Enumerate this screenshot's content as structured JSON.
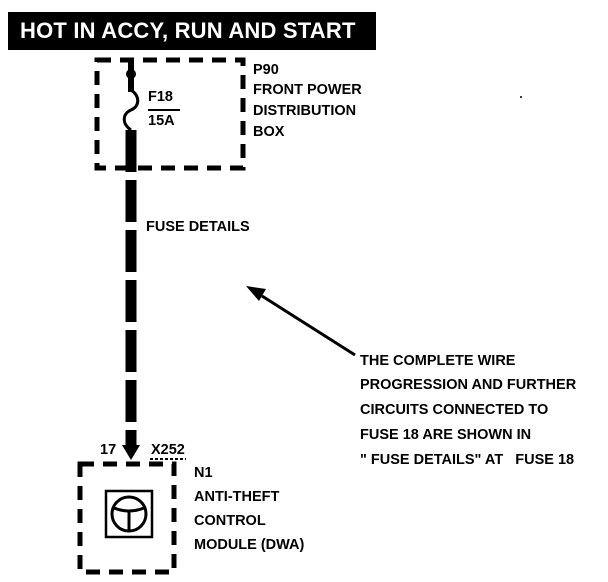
{
  "header": {
    "title": "HOT IN ACCY, RUN AND START"
  },
  "power_box": {
    "id": "P90",
    "name_lines": [
      "FRONT POWER",
      "DISTRIBUTION",
      "BOX"
    ]
  },
  "fuse": {
    "id": "F18",
    "rating": "15A"
  },
  "wire_label": "FUSE DETAILS",
  "note_lines": [
    "THE COMPLETE WIRE",
    "PROGRESSION AND FURTHER",
    "CIRCUITS CONNECTED TO",
    "FUSE 18 ARE SHOWN IN",
    "\" FUSE DETAILS\" AT   FUSE 18"
  ],
  "connector": {
    "pin": "17",
    "id": "X252"
  },
  "module": {
    "id": "N1",
    "name_lines": [
      "ANTI-THEFT",
      "CONTROL",
      "MODULE (DWA)"
    ]
  },
  "icons": {
    "module_symbol": "steering-wheel-icon",
    "fuse_symbol": "fuse-icon"
  },
  "colors": {
    "header_bg": "#000000",
    "header_text": "#ffffff",
    "line": "#000000"
  }
}
